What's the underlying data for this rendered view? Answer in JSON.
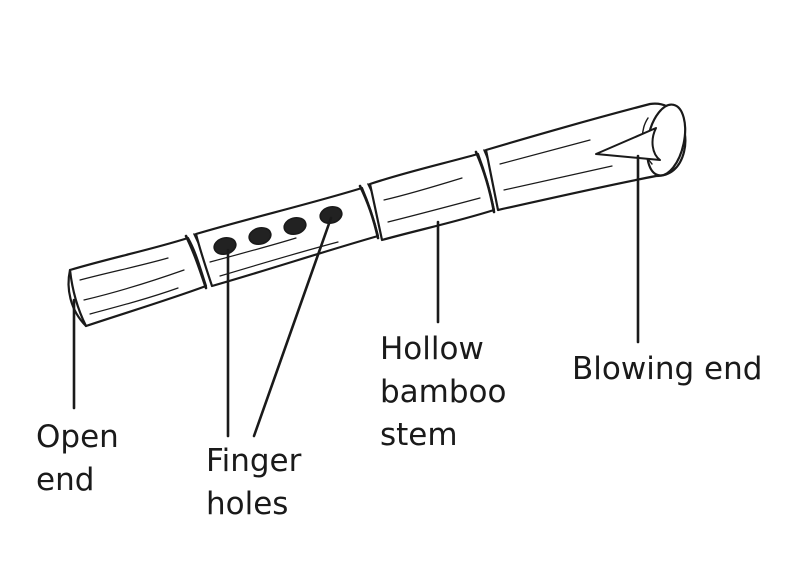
{
  "labels": {
    "open_end": [
      "Open",
      "end"
    ],
    "finger_holes": [
      "Finger",
      "holes"
    ],
    "hollow_bamboo_stem": [
      "Hollow",
      "bamboo",
      "stem"
    ],
    "blowing_end": [
      "Blowing end"
    ]
  },
  "colors": {
    "ink": "#1a1a1a",
    "hole": "#222222",
    "background": "#ffffff"
  }
}
